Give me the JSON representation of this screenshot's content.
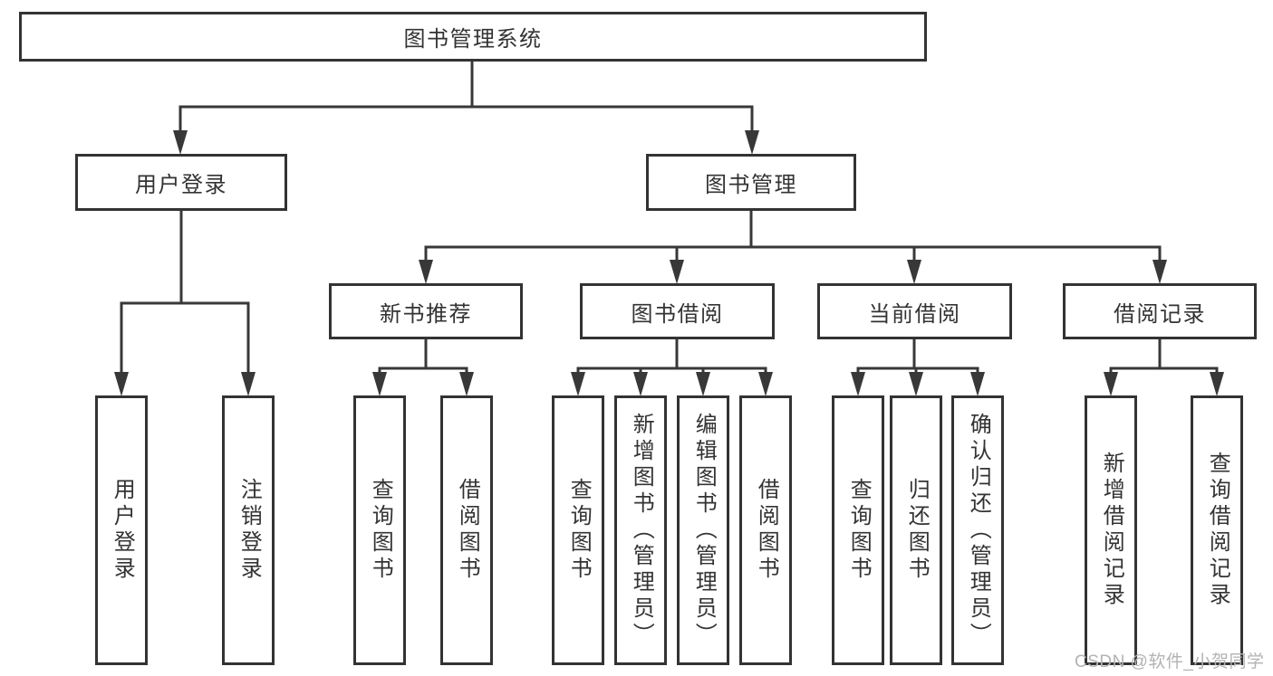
{
  "diagram_title": "图书管理系统",
  "level2": {
    "user_login": "用户登录",
    "book_management": "图书管理"
  },
  "level3": {
    "new_book_recommend": "新书推荐",
    "book_borrowing": "图书借阅",
    "current_borrowing": "当前借阅",
    "borrowing_records": "借阅记录"
  },
  "leaves": {
    "user_login": "用户登录",
    "logout_login": "注销登录",
    "nbr_query_books": "查询图书",
    "nbr_borrow_books": "借阅图书",
    "bb_query_books": "查询图书",
    "bb_add_books": "新增图书（管理员）",
    "bb_edit_books": "编辑图书（管理员）",
    "bb_borrow_books": "借阅图书",
    "cb_query_books": "查询图书",
    "cb_return_books": "归还图书",
    "cb_confirm_return": "确认归还（管理员）",
    "br_add_record": "新增借阅记录",
    "br_query_record": "查询借阅记录"
  },
  "watermark": "CSDN @软件_小贺同学",
  "colors": {
    "line": "#383838",
    "box_border": "#333333",
    "box_fill": "#ffffff",
    "text": "#333333",
    "watermark": "#b3b3b3",
    "background": "#ffffff"
  }
}
